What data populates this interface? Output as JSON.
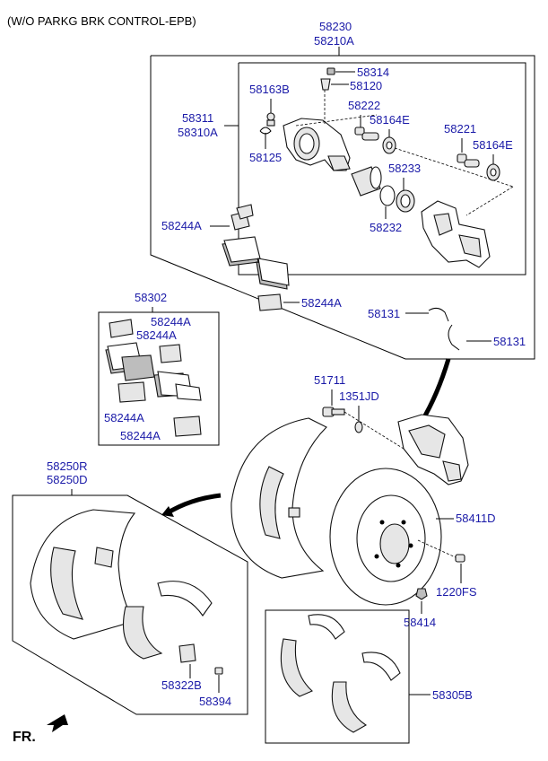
{
  "header": {
    "note": "(W/O PARKG BRK CONTROL-EPB)",
    "fr": "FR."
  },
  "labels": {
    "l58230": "58230",
    "l58210A": "58210A",
    "l58314": "58314",
    "l58120": "58120",
    "l58163B": "58163B",
    "l58222": "58222",
    "l58164E_1": "58164E",
    "l58311": "58311",
    "l58310A": "58310A",
    "l58221": "58221",
    "l58164E_2": "58164E",
    "l58125": "58125",
    "l58233": "58233",
    "l58244A_1": "58244A",
    "l58232": "58232",
    "l58244A_2": "58244A",
    "l58302": "58302",
    "l58244A_3": "58244A",
    "l58244A_4": "58244A",
    "l58131_1": "58131",
    "l58131_2": "58131",
    "l51711": "51711",
    "l1351JD": "1351JD",
    "l58244A_5": "58244A",
    "l58244A_6": "58244A",
    "l58250R": "58250R",
    "l58250D": "58250D",
    "l58411D": "58411D",
    "l1220FS": "1220FS",
    "l58414": "58414",
    "l58322B": "58322B",
    "l58394": "58394",
    "l58305B": "58305B"
  }
}
